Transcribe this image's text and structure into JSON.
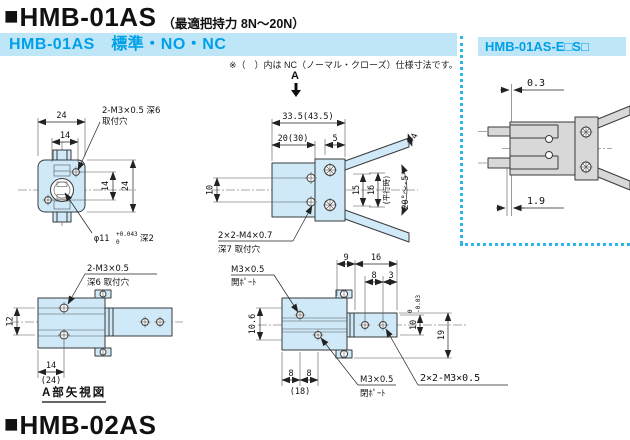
{
  "header": {
    "marker": "■",
    "title": "HMB-01AS",
    "title_note": "（最適把持力 8N～20N）",
    "band_left": "HMB-01AS　標準・NO・NC",
    "band_right": "HMB-01AS-E□S□"
  },
  "note": "※（　）内は NC（ノーマル・クローズ）仕様寸法です。",
  "view_a_marker": "A",
  "front": {
    "d24_top": "24",
    "d14_top": "14",
    "d14_right": "14",
    "d24_right": "24",
    "mount_l1": "2-M3×0.5 深6",
    "mount_l2": "取付穴",
    "bore": "φ11",
    "bore_tol_up": "+0.043",
    "bore_tol_dn": "0",
    "bore_depth": "深2"
  },
  "side": {
    "d_total": "33.5(43.5)",
    "d_body": "20(30)",
    "d_head": "5",
    "d_ports": "10",
    "d_inner": "15",
    "d_outer": "16",
    "parallel": "(平行時)",
    "angle": "20°～-5°",
    "d_tip": "4",
    "mount_l1": "2×2-M4×0.7",
    "mount_l2": "深7 取付穴"
  },
  "aview": {
    "mount_l1": "2-M3×0.5",
    "mount_l2": "深6 取付穴",
    "d12": "12",
    "d14": "14",
    "d24p": "(24)",
    "caption": "A部矢視図"
  },
  "top": {
    "d9": "9",
    "d16": "16",
    "d8a": "8",
    "d3": "3",
    "d106": "10.6",
    "d8b": "8",
    "d8c": "8",
    "d18p": "(18)",
    "d10": "10",
    "tol_up": "0",
    "tol_dn": "-0.03",
    "d19": "19",
    "open_l1": "M3×0.5",
    "open_l2": "開ﾎﾟｰﾄ",
    "close_l1": "M3×0.5",
    "close_l2": "閉ﾎﾟｰﾄ",
    "mount": "2×2-M3×0.5"
  },
  "epanel": {
    "d03": "0.3",
    "d19": "1.9"
  },
  "footer": {
    "marker": "■",
    "partial_title": "HMB-02AS"
  },
  "colors": {
    "accent_text": "#00a0e9",
    "band_bg": "#bfe6f7",
    "body_fill": "#cfe9f8",
    "gray_fill": "#d8d8d8",
    "dotted_border": "#2eb6ea",
    "line": "#3a3a3a"
  }
}
